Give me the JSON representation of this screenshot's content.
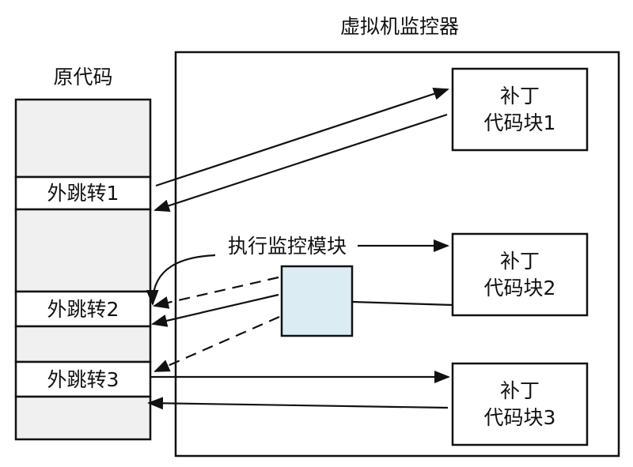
{
  "title": "虚拟机监控器",
  "source_code": {
    "title": "原代码",
    "segments": [
      {
        "kind": "code",
        "label": ""
      },
      {
        "kind": "jump",
        "label": "外跳转1"
      },
      {
        "kind": "code",
        "label": ""
      },
      {
        "kind": "jump",
        "label": "外跳转2"
      },
      {
        "kind": "code",
        "label": ""
      },
      {
        "kind": "jump",
        "label": "外跳转3"
      },
      {
        "kind": "code",
        "label": ""
      }
    ]
  },
  "monitor_module": {
    "label": "执行监控模块"
  },
  "patch_blocks": [
    {
      "line1": "补丁",
      "line2": "代码块1"
    },
    {
      "line1": "补丁",
      "line2": "代码块2"
    },
    {
      "line1": "补丁",
      "line2": "代码块3"
    }
  ],
  "connections": [
    {
      "from": "外跳转1",
      "to": "补丁代码块1",
      "style": "solid",
      "arrow": "end"
    },
    {
      "from": "补丁代码块1",
      "to": "外跳转1",
      "style": "solid",
      "arrow": "end"
    },
    {
      "from": "执行监控模块",
      "to": "补丁代码块2",
      "style": "solid",
      "arrow": "end"
    },
    {
      "from": "执行监控模块",
      "to": "外跳转2",
      "style": "curved",
      "arrow": "end"
    },
    {
      "from": "执行监控模块",
      "to": "外跳转2",
      "style": "dashed",
      "arrow": "end"
    },
    {
      "from": "执行监控模块",
      "to": "外跳转2",
      "style": "solid",
      "arrow": "end"
    },
    {
      "from": "执行监控模块",
      "to": "外跳转3",
      "style": "dashed",
      "arrow": "end"
    },
    {
      "from": "执行监控模块",
      "to": "补丁代码块2",
      "style": "solid",
      "arrow": "none"
    },
    {
      "from": "外跳转3",
      "to": "补丁代码块3",
      "style": "solid",
      "arrow": "end"
    },
    {
      "from": "补丁代码块3",
      "to": "外跳转3",
      "style": "solid",
      "arrow": "end"
    }
  ],
  "colors": {
    "stroke": "#111111",
    "code_fill": "#f0f0f0",
    "jump_fill": "#ffffff",
    "module_fill": "#dbedf3"
  }
}
